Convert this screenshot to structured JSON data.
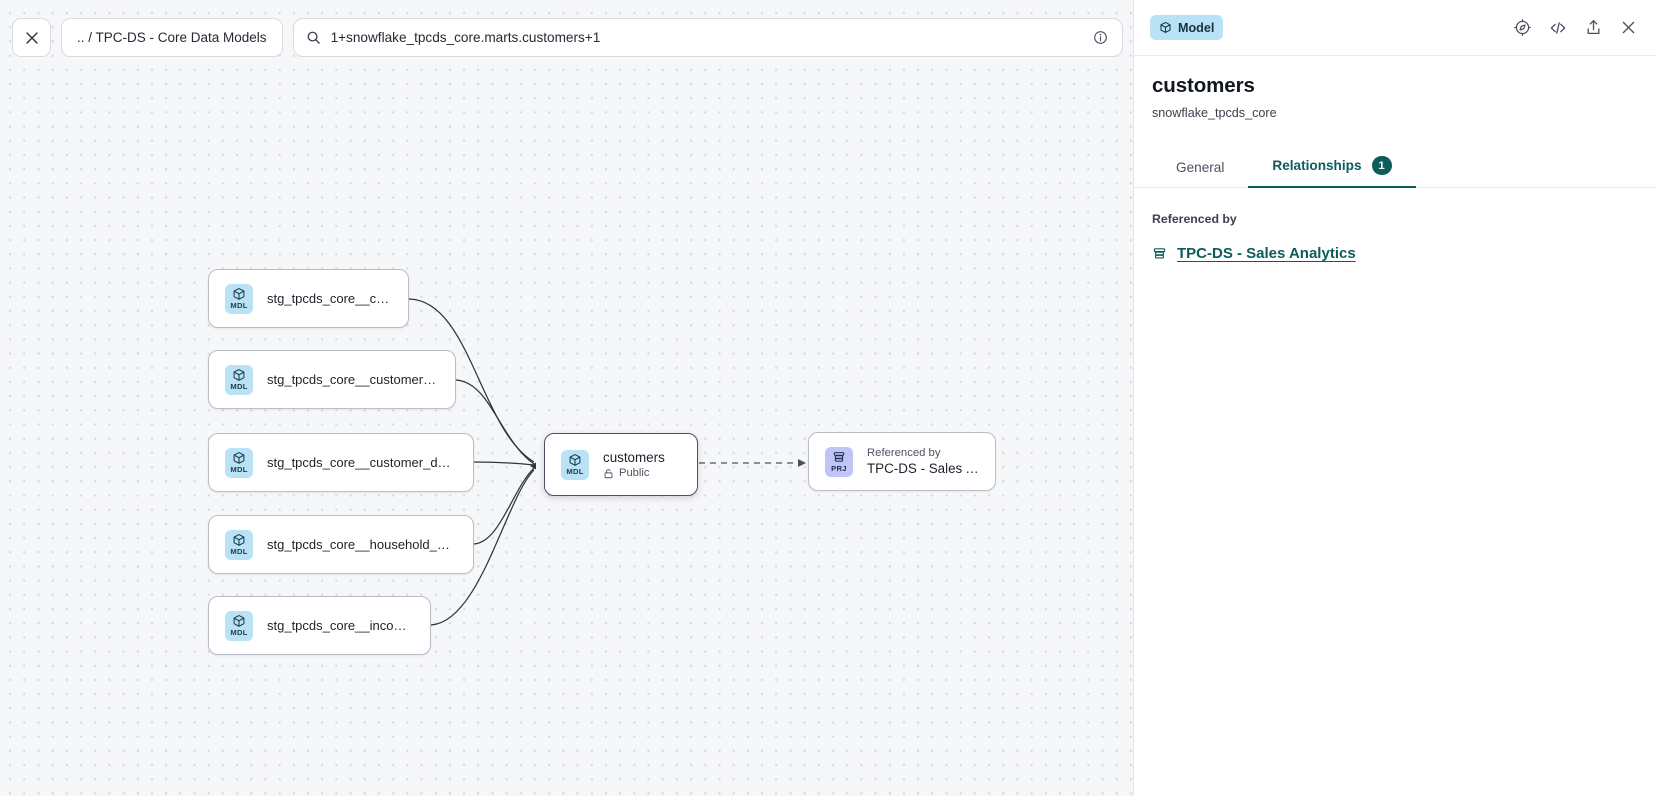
{
  "toolbar": {
    "close_icon": "close-icon",
    "breadcrumb": ".. / TPC-DS - Core Data Models",
    "search_icon": "search-icon",
    "search_value": "1+snowflake_tpcds_core.marts.customers+1",
    "info_icon": "info-circle-icon",
    "reload_icon": "refresh-icon"
  },
  "graph": {
    "nodes": [
      {
        "id": "n1",
        "kind": "MDL",
        "kind_icon": "cube-icon",
        "title": "stg_tpcds_core__customer",
        "subtitle": null,
        "superlabel": null,
        "selected": false
      },
      {
        "id": "n2",
        "kind": "MDL",
        "kind_icon": "cube-icon",
        "title": "stg_tpcds_core__customer_address",
        "subtitle": null,
        "superlabel": null,
        "selected": false
      },
      {
        "id": "n3",
        "kind": "MDL",
        "kind_icon": "cube-icon",
        "title": "stg_tpcds_core__customer_demogra…",
        "subtitle": null,
        "superlabel": null,
        "selected": false
      },
      {
        "id": "n4",
        "kind": "MDL",
        "kind_icon": "cube-icon",
        "title": "stg_tpcds_core__household_demogr…",
        "subtitle": null,
        "superlabel": null,
        "selected": false
      },
      {
        "id": "n5",
        "kind": "MDL",
        "kind_icon": "cube-icon",
        "title": "stg_tpcds_core__income_band",
        "subtitle": null,
        "superlabel": null,
        "selected": false
      },
      {
        "id": "n6",
        "kind": "MDL",
        "kind_icon": "cube-icon",
        "title": "customers",
        "subtitle": "Public",
        "subtitle_icon": "lock-icon",
        "superlabel": null,
        "selected": true
      },
      {
        "id": "n7",
        "kind": "PRJ",
        "kind_icon": "project-icon",
        "title": "TPC-DS - Sales Analytics",
        "superlabel": "Referenced by",
        "selected": false
      }
    ]
  },
  "panel": {
    "type_badge": "Model",
    "type_badge_icon": "cube-icon",
    "actions": [
      {
        "name": "explore-icon"
      },
      {
        "name": "code-icon"
      },
      {
        "name": "share-icon"
      },
      {
        "name": "close-icon"
      }
    ],
    "title": "customers",
    "subtitle": "snowflake_tpcds_core",
    "tabs": [
      {
        "label": "General",
        "active": false,
        "badge": null
      },
      {
        "label": "Relationships",
        "active": true,
        "badge": "1"
      }
    ],
    "section_label": "Referenced by",
    "references": [
      {
        "label": "TPC-DS - Sales Analytics",
        "icon": "project-icon"
      }
    ]
  },
  "colors": {
    "accent_teal": "#0d5c5c",
    "model_badge": "#b9e2f7",
    "project_badge": "#bfc5f5",
    "canvas_bg": "#f6f7f9"
  }
}
